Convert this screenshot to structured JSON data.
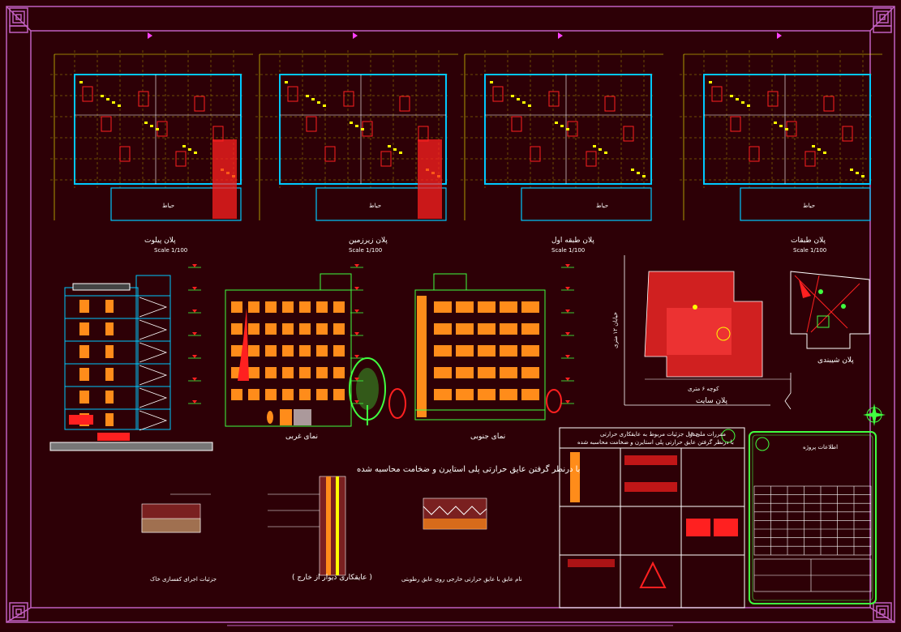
{
  "sheet": {
    "background": "#2d0006",
    "frame_color": "#c060c0",
    "line_colors": {
      "wall": "#00c8ff",
      "dimension": "#ffff00",
      "detail": "#ff2020",
      "magenta": "#ff40ff",
      "green": "#40ff40",
      "white": "#ffffff",
      "orange": "#ff8c1a"
    }
  },
  "plans": [
    {
      "id": "plan-pilot",
      "title": "پلان پیلوت",
      "scale": "Scale 1/100"
    },
    {
      "id": "plan-basement",
      "title": "پلان زیرزمین",
      "scale": "Scale 1/100"
    },
    {
      "id": "plan-first",
      "title": "پلان طبقه اول",
      "scale": "Scale 1/100"
    },
    {
      "id": "plan-floors",
      "title": "پلان طبقات",
      "scale": "Scale 1/100"
    }
  ],
  "yard_label": "حیاط",
  "elevations": {
    "west": "نمای غربی",
    "south": "نمای جنوبی"
  },
  "site": {
    "title": "پلان سایت",
    "street_horizontal": "کوچه ۶ متری",
    "street_vertical": "خیابان ۱۲ متری"
  },
  "roof": {
    "title": "پلان شیبندی"
  },
  "details": {
    "heading": "با درنظر گرفتن عایق حرارتی پلی استایرن و ضخامت محاسبه شده",
    "wall_detail": "( عایقکاری دیوار از خارج )",
    "floor_detail": "نام عایق با عایق حرارتی خارجی روی عایق رطوبتی",
    "ground_detail": "جزئیات اجرای کفسازی خاک"
  },
  "legend_panel": {
    "title_line1": "جدول جزئیات مربوط به عایقکاری حرارتی",
    "title_line2": "با درنظر گرفتن عایق حرارتی پلی استایرن و ضخامت محاسبه شده",
    "badge": "مقررات ملی ۱۹"
  },
  "title_block": {
    "heading": "اطلاعات پروژه"
  }
}
